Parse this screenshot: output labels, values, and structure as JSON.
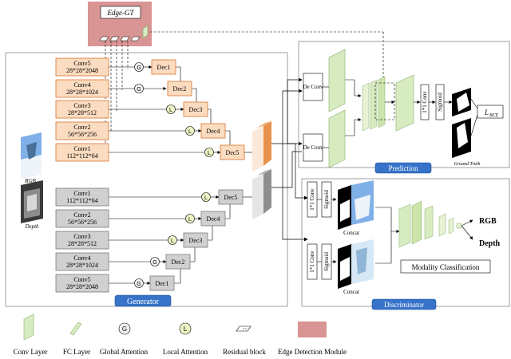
{
  "edge_module": {
    "title": "Edge-GT"
  },
  "generator": {
    "title": "Generator",
    "rgb_blocks": [
      {
        "name": "Conv5",
        "dims": "28*28*2048"
      },
      {
        "name": "Conv4",
        "dims": "28*28*1024"
      },
      {
        "name": "Conv3",
        "dims": "28*28*512"
      },
      {
        "name": "Conv2",
        "dims": "56*56*256"
      },
      {
        "name": "Conv1",
        "dims": "112*112*64"
      }
    ],
    "rgb_decoders": [
      "Dec1",
      "Dec2",
      "Dec3",
      "Dec4",
      "Dec5"
    ],
    "rgb_attention": [
      "G",
      "G",
      "L",
      "L",
      "L"
    ],
    "depth_blocks": [
      {
        "name": "Conv1",
        "dims": "112*112*64"
      },
      {
        "name": "Conv2",
        "dims": "56*56*256"
      },
      {
        "name": "Conv3",
        "dims": "28*28*512"
      },
      {
        "name": "Conv4",
        "dims": "28*28*1024"
      },
      {
        "name": "Conv5",
        "dims": "28*28*2048"
      }
    ],
    "depth_decoders": [
      "Dec5",
      "Dec4",
      "Dec3",
      "Dec2",
      "Dec1"
    ],
    "depth_attention": [
      "L",
      "L",
      "L",
      "G",
      "G"
    ],
    "rgb_image_label": "RGB",
    "depth_image_label": "Depth"
  },
  "prediction": {
    "title": "Prediction",
    "deconv_label": "De Conv",
    "conv1x1_label": "1*1 Conv",
    "sigmoid_label": "Sigmoid",
    "loss_label": "L",
    "loss_sub": "BCE",
    "gt_label": "Ground Truth"
  },
  "discriminator": {
    "title": "Discriminator",
    "conv1x1_label": "1*1 Conv",
    "sigmoid_label": "Sigmoid",
    "concat_label": "Concat",
    "outputs": [
      "RGB",
      "Depth"
    ],
    "classification_label": "Modality Classification"
  },
  "legend": [
    {
      "icon": "conv-layer",
      "label": "Conv Layer"
    },
    {
      "icon": "fc-layer",
      "label": "FC Layer"
    },
    {
      "icon": "global-attention",
      "label": "Global Attention",
      "letter": "G"
    },
    {
      "icon": "local-attention",
      "label": "Local Attention",
      "letter": "L"
    },
    {
      "icon": "residual-block",
      "label": "Residual block"
    },
    {
      "icon": "edge-detection-module",
      "label": "Edge Detection Module"
    }
  ],
  "colors": {
    "orange_fill": "#fbdcc0",
    "orange_stroke": "#d9732b",
    "gray_fill": "#d0d0d0",
    "gray_stroke": "#7a7a7a",
    "edge_module": "#d99494",
    "title_blue": "#2f6fc4",
    "conv_green": "#d7ebc0"
  }
}
